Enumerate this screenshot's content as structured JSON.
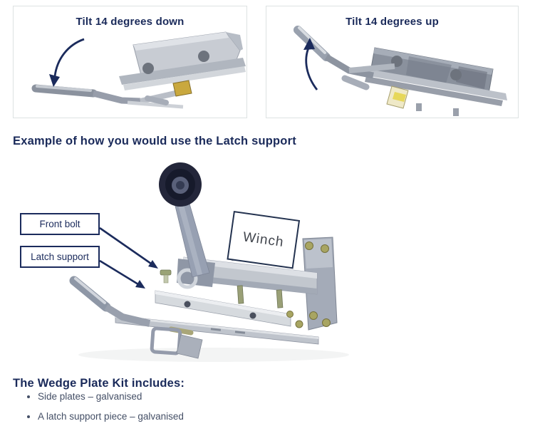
{
  "colors": {
    "heading_navy": "#1a2a5a",
    "arrow_navy": "#1b2b5c",
    "panel_border": "#dde2e2",
    "body_text": "#444f66",
    "label_border": "#1b2b5c"
  },
  "tilt_panels": {
    "left": {
      "title": "Tilt 14 degrees down"
    },
    "right": {
      "title": "Tilt 14 degrees up"
    }
  },
  "example_section": {
    "heading": "Example of how you would use the Latch support",
    "front_bolt_label": "Front bolt",
    "latch_support_label": "Latch support",
    "winch_label": "Winch"
  },
  "kit_section": {
    "heading": "The Wedge Plate Kit includes:",
    "items": [
      "Side plates – galvanised",
      "A latch support piece – galvanised"
    ]
  }
}
